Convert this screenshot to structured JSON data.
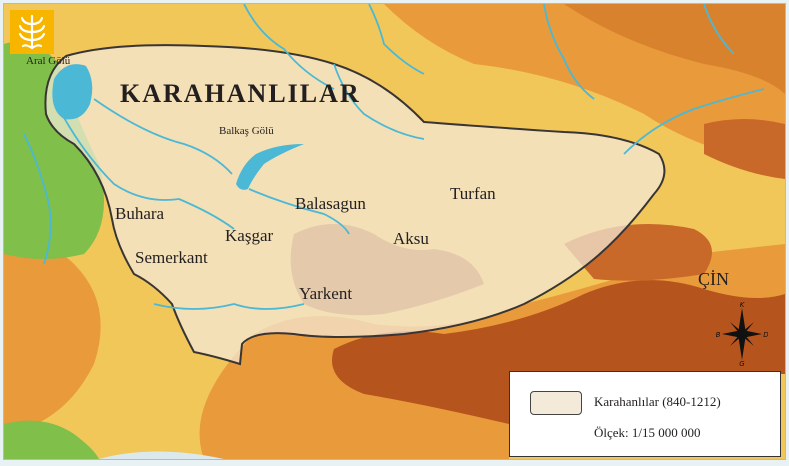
{
  "map": {
    "title": "KARAHANLILAR",
    "cities": {
      "buhara": "Buhara",
      "semerkant": "Semerkant",
      "kasgar": "Kaşgar",
      "balasagun": "Balasagun",
      "aksu": "Aksu",
      "turfan": "Turfan",
      "yarkent": "Yarkent"
    },
    "lakes": {
      "aral": "Aral Gölü",
      "balkas": "Balkaş Gölü"
    },
    "region": "ÇİN",
    "compass": {
      "north": "K",
      "south": "G",
      "east": "D",
      "west": "B"
    },
    "logo_icon": "tree-of-life-icon"
  },
  "legend": {
    "item_label": "Karahanlılar (840-1212)",
    "scale": "Ölçek: 1/15 000 000"
  },
  "colors": {
    "water": "#4bb8d6",
    "lowland_green": "#7fbf4a",
    "hills_yellow": "#f2c75a",
    "hills_orange": "#e99a3b",
    "mountains_brown": "#b6541d",
    "territory_fill": "#f4ead9",
    "logo": "#f7b500"
  }
}
